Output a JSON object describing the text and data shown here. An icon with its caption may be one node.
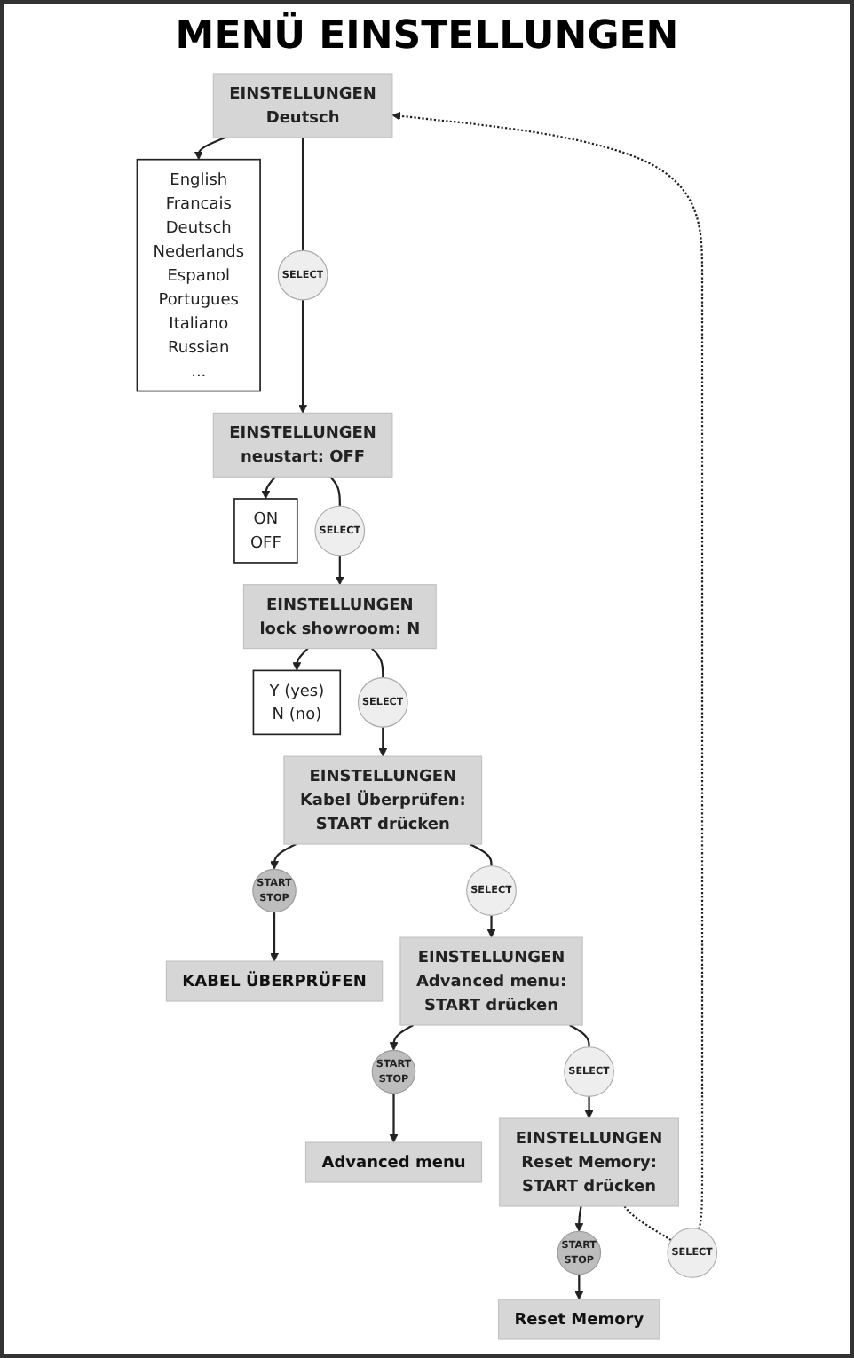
{
  "diagram": {
    "title": "MENÜ EINSTELLUNGEN",
    "nodes": [
      {
        "text": [
          "EINSTELLUNGEN",
          "Deutsch"
        ]
      },
      {
        "text": [
          "English",
          "Francais",
          "Deutsch",
          "Nederlands",
          "Espanol",
          "Portugues",
          "Italiano",
          "Russian",
          "..."
        ]
      },
      {
        "text": [
          "SELECT"
        ]
      },
      {
        "text": [
          "EINSTELLUNGEN",
          "neustart: OFF"
        ]
      },
      {
        "text": [
          "ON",
          "OFF"
        ]
      },
      {
        "text": [
          "SELECT"
        ]
      },
      {
        "text": [
          "EINSTELLUNGEN",
          "lock showroom: N"
        ]
      },
      {
        "text": [
          "Y (yes)",
          "N (no)"
        ]
      },
      {
        "text": [
          "SELECT"
        ]
      },
      {
        "text": [
          "EINSTELLUNGEN",
          "Kabel Überprüfen:",
          "START drücken"
        ]
      },
      {
        "text": [
          "START",
          "STOP"
        ]
      },
      {
        "text": [
          "KABEL ÜBERPRÜFEN"
        ]
      },
      {
        "text": [
          "SELECT"
        ]
      },
      {
        "text": [
          "EINSTELLUNGEN",
          "Advanced menu:",
          "START drücken"
        ]
      },
      {
        "text": [
          "START",
          "STOP"
        ]
      },
      {
        "text": [
          "Advanced menu"
        ]
      },
      {
        "text": [
          "SELECT"
        ]
      },
      {
        "text": [
          "EINSTELLUNGEN",
          "Reset Memory:",
          "START drücken"
        ]
      },
      {
        "text": [
          "START",
          "STOP"
        ]
      },
      {
        "text": [
          "Reset Memory"
        ]
      },
      {
        "text": [
          "SELECT"
        ]
      }
    ],
    "edges": [
      {
        "from": 0,
        "to": 1,
        "arrow": "to"
      },
      {
        "from": 0,
        "to": 2,
        "arrow": "none"
      },
      {
        "from": 2,
        "to": 3,
        "arrow": "to"
      },
      {
        "from": 3,
        "to": 4,
        "arrow": "to"
      },
      {
        "from": 3,
        "to": 5,
        "arrow": "none"
      },
      {
        "from": 5,
        "to": 6,
        "arrow": "to"
      },
      {
        "from": 6,
        "to": 7,
        "arrow": "to"
      },
      {
        "from": 6,
        "to": 8,
        "arrow": "none"
      },
      {
        "from": 8,
        "to": 9,
        "arrow": "to"
      },
      {
        "from": 9,
        "to": 10,
        "arrow": "to"
      },
      {
        "from": 10,
        "to": 11,
        "arrow": "to"
      },
      {
        "from": 9,
        "to": 12,
        "arrow": "none"
      },
      {
        "from": 12,
        "to": 13,
        "arrow": "to"
      },
      {
        "from": 13,
        "to": 14,
        "arrow": "to"
      },
      {
        "from": 14,
        "to": 15,
        "arrow": "to"
      },
      {
        "from": 13,
        "to": 16,
        "arrow": "none"
      },
      {
        "from": 16,
        "to": 17,
        "arrow": "to"
      },
      {
        "from": 17,
        "to": 18,
        "arrow": "to"
      },
      {
        "from": 18,
        "to": 19,
        "arrow": "to"
      },
      {
        "from": 17,
        "to": 20,
        "arrow": "none",
        "style": "dashed"
      },
      {
        "from": 20,
        "to": 0,
        "arrow": "to",
        "style": "dashed"
      }
    ]
  }
}
